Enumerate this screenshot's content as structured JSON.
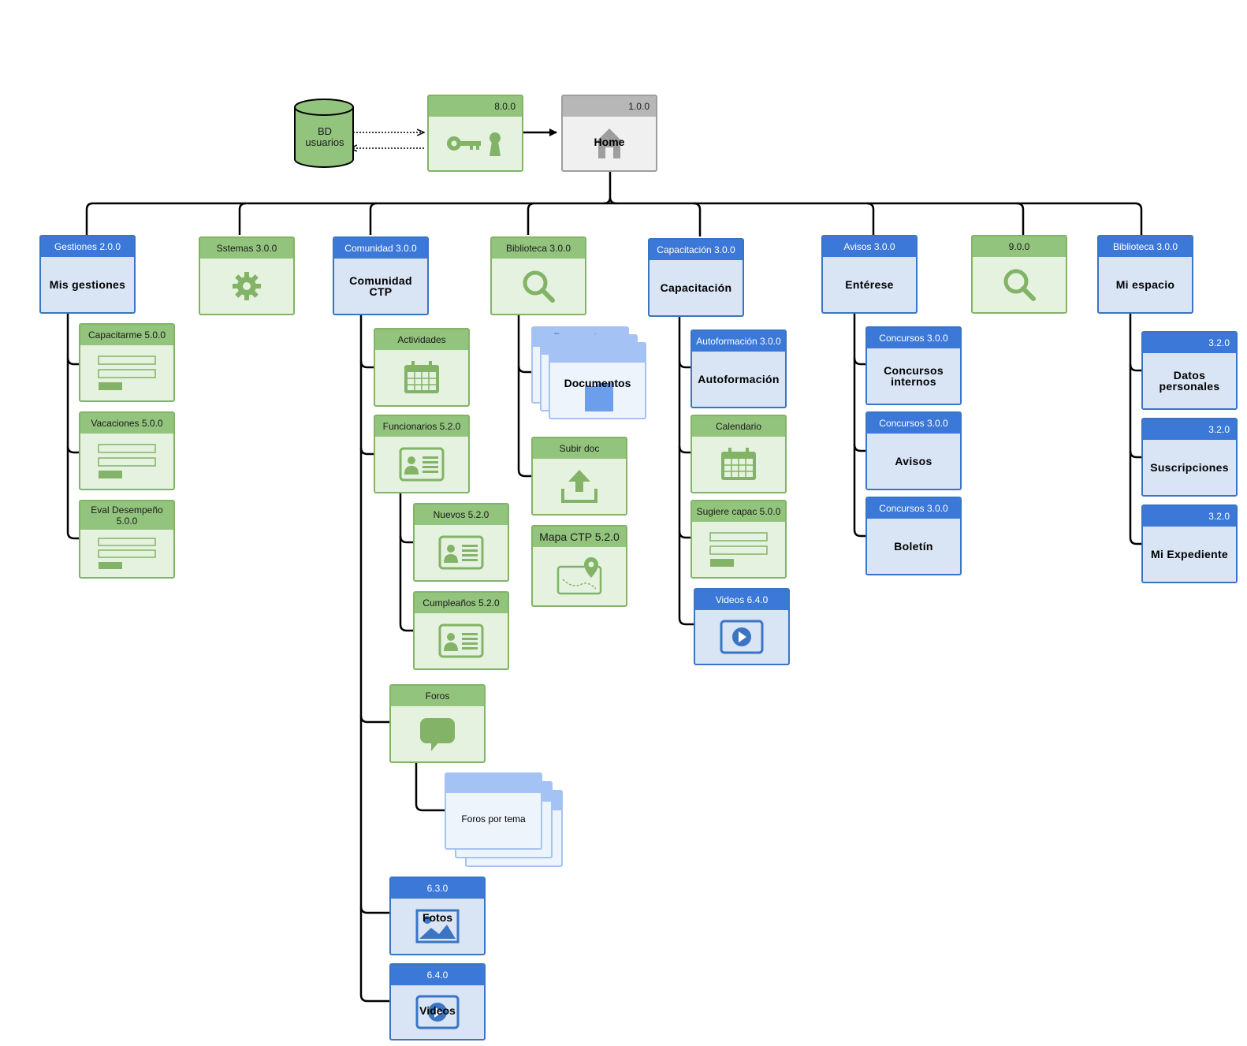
{
  "colors": {
    "green_border": "#82b366",
    "green_header": "#93c47d",
    "green_fill": "#e6f2e0",
    "blue_border": "#3a75c4",
    "blue_header": "#3c78d8",
    "blue_fill": "#d9e4f5",
    "gray_header": "#b7b7b7",
    "gray_fill": "#f0f0f0",
    "stack_tab": "#a4c2f4",
    "line": "#000000"
  },
  "db": {
    "label": "BD\nusuarios"
  },
  "login": {
    "version": "8.0.0",
    "icon": "key-lock-icon"
  },
  "home": {
    "version": "1.0.0",
    "title": "Home",
    "icon": "house-icon"
  },
  "top_level": {
    "gestiones": {
      "header": "Gestiones  2.0.0",
      "title": "Mis gestiones"
    },
    "sistemas": {
      "header": "Sstemas  3.0.0",
      "icon": "gear-icon"
    },
    "comunidad": {
      "header": "Comunidad  3.0.0",
      "title": "Comunidad\nCTP"
    },
    "biblioteca": {
      "header": "Biblioteca  3.0.0",
      "icon": "search-icon"
    },
    "capacitacion": {
      "header": "Capacitación  3.0.0",
      "title": "Capacitación"
    },
    "avisos": {
      "header": "Avisos  3.0.0",
      "title": "Entérese"
    },
    "busqueda": {
      "header": "9.0.0",
      "icon": "search-icon"
    },
    "mi_espacio": {
      "header": "Biblioteca  3.0.0",
      "title": "Mi espacio"
    }
  },
  "gestiones_children": [
    {
      "header": "Capacitarme 5.0.0",
      "icon": "form-icon"
    },
    {
      "header": "Vacaciones 5.0.0",
      "icon": "form-icon"
    },
    {
      "header": "Eval Desempeño\n5.0.0",
      "icon": "form-icon"
    }
  ],
  "comunidad_children": {
    "actividades": {
      "header": "Actividades",
      "icon": "calendar-icon"
    },
    "funcionarios": {
      "header": "Funcionarios 5.2.0",
      "icon": "id-card-icon"
    },
    "nuevos": {
      "header": "Nuevos 5.2.0",
      "icon": "id-card-icon"
    },
    "cumpleanos": {
      "header": "Cumpleaños 5.2.0",
      "icon": "id-card-icon"
    },
    "foros": {
      "header": "Foros",
      "icon": "speech-bubble-icon"
    },
    "foros_tema": {
      "title": "Foros por tema"
    },
    "fotos": {
      "header": "6.3.0",
      "title": "Fotos",
      "icon": "image-icon"
    },
    "videos": {
      "header": "6.4.0",
      "title": "Videos",
      "icon": "play-icon"
    }
  },
  "biblioteca_children": {
    "documentos": {
      "title": "Documentos",
      "back_title": "Documentos",
      "icon": "folder-icon"
    },
    "subir_doc": {
      "header": "Subir doc",
      "icon": "upload-icon"
    },
    "mapa": {
      "header": "Mapa CTP 5.2.0",
      "icon": "map-pin-icon"
    }
  },
  "capacitacion_children": {
    "autoformacion": {
      "header": "Autoformación  3.0.0",
      "title": "Autoformación"
    },
    "calendario": {
      "header": "Calendario",
      "icon": "calendar-icon"
    },
    "sugiere": {
      "header": "Sugiere capac 5.0.0",
      "icon": "form-icon"
    },
    "videos": {
      "header": "Videos   6.4.0",
      "icon": "play-icon"
    }
  },
  "avisos_children": [
    {
      "header": "Concursos  3.0.0",
      "title": "Concursos\ninternos"
    },
    {
      "header": "Concursos  3.0.0",
      "title": "Avisos"
    },
    {
      "header": "Concursos  3.0.0",
      "title": "Boletín"
    }
  ],
  "mi_espacio_children": [
    {
      "header": "3.2.0",
      "title": "Datos\npersonales"
    },
    {
      "header": "3.2.0",
      "title": "Suscripciones"
    },
    {
      "header": "3.2.0",
      "title": "Mi Expediente"
    }
  ]
}
